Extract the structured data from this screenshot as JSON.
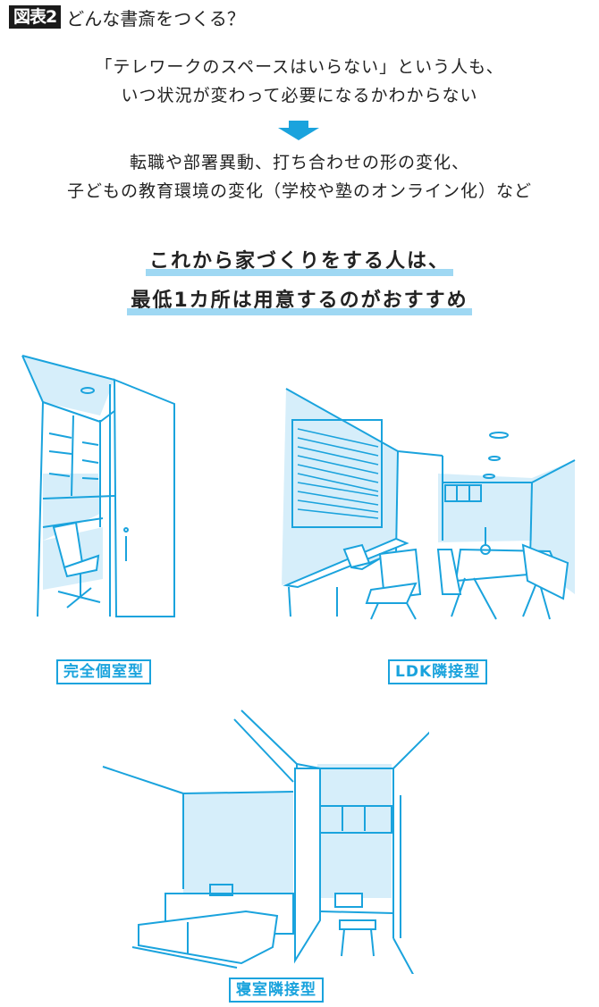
{
  "header": {
    "badge": "図表2",
    "title": "どんな書斎をつくる？"
  },
  "intro": {
    "line1": "「テレワークのスペースはいらない」という人も、",
    "line2": "いつ状況が変わって必要になるかわからない",
    "arrow_icon": "down-arrow",
    "line3": "転職や部署異動、打ち合わせの形の変化、",
    "line4": "子どもの教育環境の変化（学校や塾のオンライン化）など"
  },
  "highlight": {
    "line1": "これから家づくりをする人は、",
    "line2": "最低1カ所は用意するのがおすすめ"
  },
  "illustrations": [
    {
      "label": "完全個室型",
      "scene": "private-room-illustration"
    },
    {
      "label": "LDK隣接型",
      "scene": "ldk-adjacent-illustration"
    },
    {
      "label": "寝室隣接型",
      "scene": "bedroom-adjacent-illustration"
    }
  ],
  "colors": {
    "line": "#1aa3dd",
    "fill": "#d6eefa",
    "highlight": "#9fd8f3",
    "badge_bg": "#1a1a1a"
  }
}
